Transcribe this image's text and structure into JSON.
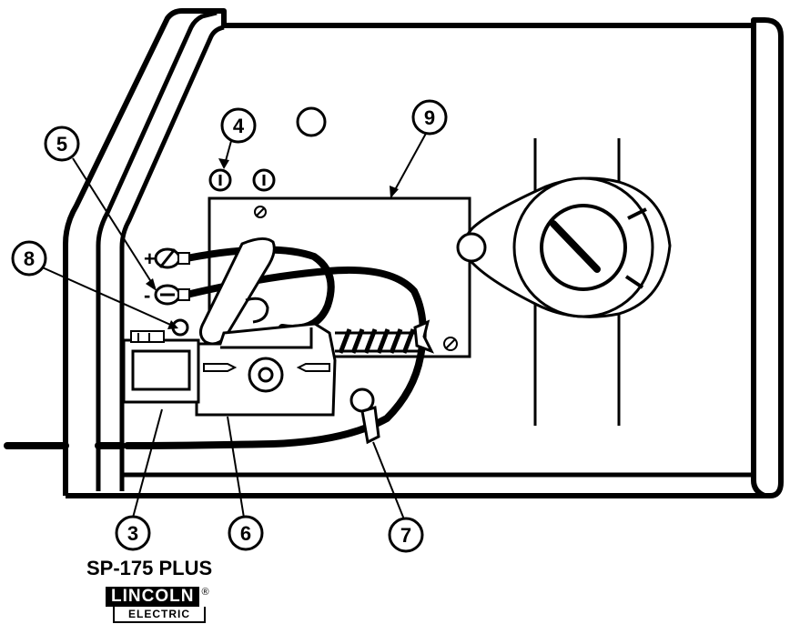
{
  "callouts": [
    {
      "id": "3",
      "label": "3"
    },
    {
      "id": "4",
      "label": "4"
    },
    {
      "id": "5",
      "label": "5"
    },
    {
      "id": "6",
      "label": "6"
    },
    {
      "id": "7",
      "label": "7"
    },
    {
      "id": "8",
      "label": "8"
    },
    {
      "id": "9",
      "label": "9"
    }
  ],
  "terminals": {
    "positive": "+",
    "negative": "-"
  },
  "footer": {
    "model": "SP-175 PLUS",
    "logo_top": "LINCOLN",
    "logo_registered": "®",
    "logo_bottom": "ELECTRIC"
  }
}
